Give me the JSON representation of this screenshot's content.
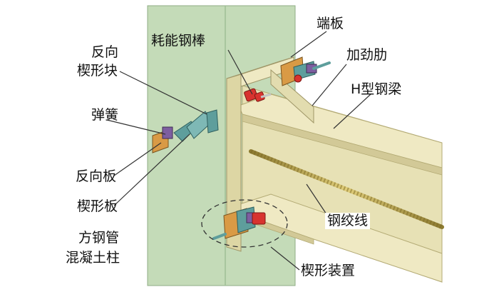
{
  "labels": {
    "end_plate": "端板",
    "energy_rod": "耗能钢棒",
    "stiffener": "加劲肋",
    "reverse_wedge_block_l1": "反向",
    "reverse_wedge_block_l2": "楔形块",
    "h_beam": "H型钢梁",
    "spring": "弹簧",
    "reverse_plate": "反向板",
    "wedge_plate": "楔形板",
    "steel_strand": "钢绞线",
    "column_l1": "方钢管",
    "column_l2": "混凝土柱",
    "wedge_device": "楔形装置"
  },
  "colors": {
    "column": "#c4dbb8",
    "column_edge": "#8fae86",
    "beam_light": "#f0ecc8",
    "beam_mid": "#e2dcaf",
    "beam_dark": "#c9c08d",
    "bolt_red": "#d8332f",
    "plate_orange": "#d99a45",
    "wedge_teal": "#5e9e9c",
    "spring_purple": "#7d5ea0",
    "strand": "#b9a24d"
  }
}
